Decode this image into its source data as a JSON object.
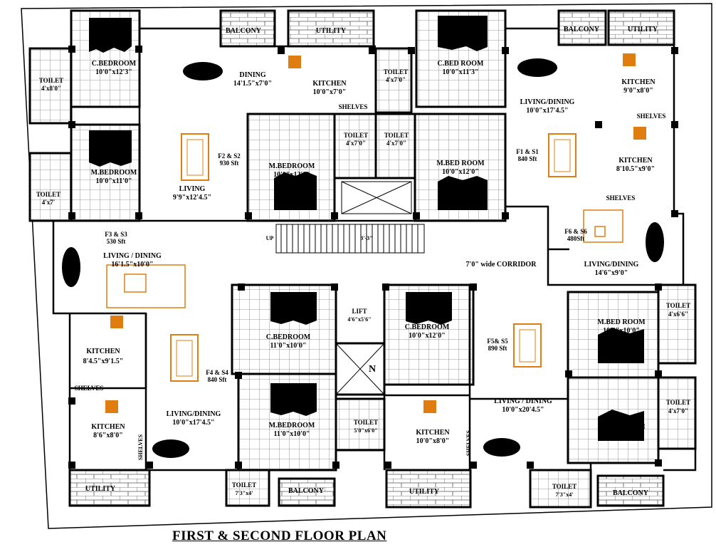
{
  "title": "FIRST & SECOND   FLOOR PLAN",
  "north": "N",
  "colors": {
    "wall": "#000000",
    "furniture": "#e07d10",
    "tile": "#7a7a7a",
    "background": "#ffffff"
  },
  "labels": {
    "balcony_a": "BALCONY",
    "utility_a": "UTILITY",
    "balcony_b": "BALCONY",
    "utility_b": "UTILITY",
    "cbed_1": "C.BEDROOM",
    "cbed_1_dim": "10'0\"x12'3\"",
    "toilet_1": "TOILET",
    "toilet_1_dim": "4'x8'0\"",
    "dining_1": "DINING",
    "dining_1_dim": "14'1.5\"x7'0\"",
    "kitchen_1": "KITCHEN",
    "kitchen_1_dim": "10'0\"x7'0\"",
    "toilet_2": "TOILET",
    "toilet_2_dim": "4'x7'0\"",
    "cbed_2": "C.BED ROOM",
    "cbed_2_dim": "10'0\"x11'3\"",
    "kitchen_2": "KITCHEN",
    "kitchen_2_dim": "9'0\"x8'0\"",
    "livdin_1": "LIVING/DINING",
    "livdin_1_dim": "10'0\"x17'4.5\"",
    "shelves_1": "SHELVES",
    "shelves_2": "SHELVES",
    "shelves_3": "SHELVES",
    "shelves_4": "SHELVES",
    "shelves_5": "SHELVES",
    "shelves_6": "SHELVES",
    "mbed_1": "M.BEDROOM",
    "mbed_1_dim": "10'0\"x11'0\"",
    "toilet_3": "TOILET",
    "toilet_3_dim": "4'x7'",
    "flat_f2": "F2 & S2",
    "flat_f2_area": "930 Sft",
    "living_1": "LIVING",
    "living_1_dim": "9'9\"x12'4.5\"",
    "mbed_2": "M.BEDROOM",
    "mbed_2_dim": "10'0\"x12'0\"",
    "toilet_4": "TOILET",
    "toilet_4_dim": "4'x7'0\"",
    "toilet_5": "TOILET",
    "toilet_5_dim": "4'x7'0\"",
    "mbed_3": "M.BED ROOM",
    "mbed_3_dim": "10'0\"x12'0\"",
    "flat_f1": "F1 & S1",
    "flat_f1_area": "840 Sft",
    "kitchen_3": "KITCHEN",
    "kitchen_3_dim": "8'10.5\"x9'0\"",
    "flat_f6": "F6 & S6",
    "flat_f6_area": "480Sft",
    "livdin_2": "LIVING/DINING",
    "livdin_2_dim": "14'6\"x9'0\"",
    "flat_f3": "F3 & S3",
    "flat_f3_area": "530 Sft",
    "livdin_3": "LIVING / DINING",
    "livdin_3_dim": "16'1.5\"x10'0\"",
    "up": "UP",
    "stair_w": "3'-3\"",
    "corridor": "7'0\" wide CORRIDOR",
    "lift": "LIFT",
    "lift_dim": "4'6\"x5'6\"",
    "cbed_3": "C.BEDROOM",
    "cbed_3_dim": "11'0\"x10'0\"",
    "cbed_4": "C.BEDROOM",
    "cbed_4_dim": "10'0\"x12'0\"",
    "toilet_6": "TOILET",
    "toilet_6_dim": "4'x6'6\"",
    "mbed_4": "M.BED ROOM",
    "mbed_4_dim": "10'6\"x10'0\"",
    "kitchen_4": "KITCHEN",
    "kitchen_4_dim": "8'4.5\"x9'1.5\"",
    "flat_f4": "F4 & S4",
    "flat_f4_area": "840 Sft",
    "flat_f5": "F5& S5",
    "flat_f5_area": "890 Sft",
    "mbed_5": "M.BEDROOM",
    "mbed_5_dim": "11'0\"x10'0\"",
    "toilet_7": "TOILET",
    "toilet_7_dim": "5'0\"x6'0\"",
    "livdin_4": "LIVING / DINING",
    "livdin_4_dim": "10'0\"x20'4.5\"",
    "toilet_8": "TOILET",
    "toilet_8_dim": "4'x7'0\"",
    "mbed_6": "M.BED ROOM",
    "mbed_6_dim": "10'6\"x10'0\"",
    "kitchen_5": "KITCHEN",
    "kitchen_5_dim": "8'6\"x8'0\"",
    "livdin_5": "LIVING/DINING",
    "livdin_5_dim": "10'0\"x17'4.5\"",
    "kitchen_6": "KITCHEN",
    "kitchen_6_dim": "10'0\"x8'0\"",
    "utility_c": "UTILITY",
    "utility_d": "UTILITY",
    "toilet_9": "TOILET",
    "toilet_9_dim": "7'3\"x4'",
    "toilet_10": "TOILET",
    "toilet_10_dim": "7'3\"x4'",
    "balcony_c": "BALCONY",
    "balcony_d": "BALCONY"
  }
}
